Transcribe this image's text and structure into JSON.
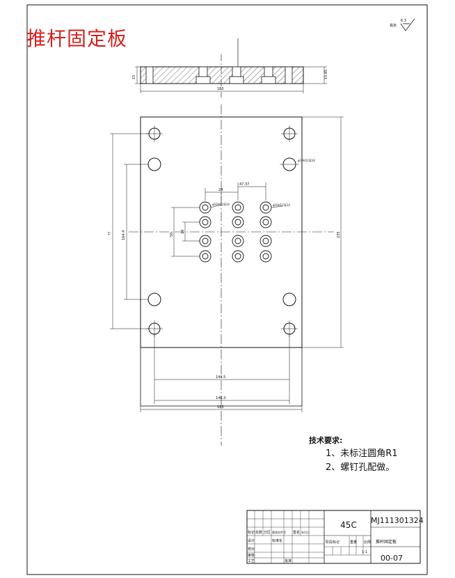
{
  "title": "推杆固定板",
  "roughness": {
    "prefix": "其余",
    "value": "6.3"
  },
  "section_view": {
    "dim_thickness": "15",
    "dim_side": "15.85",
    "dim_length": "183"
  },
  "plan_view": {
    "dim_height": "235",
    "dim_left_outer": "??",
    "dim_left_inner": "164.4",
    "dim_pitch": "47.37",
    "dim_pitch_small": "24",
    "dim_hole_label_1": "φ10H12深14",
    "dim_hole_label_2": "φ10H12深14",
    "dim_hole_label_3": "φ10H12深14",
    "dim_group_1": "50",
    "dim_group_2": "24",
    "dim_bottom_1": "144.5",
    "dim_bottom_2": "146.3",
    "dim_bottom_3": "183"
  },
  "tech_req": {
    "title": "技术要求:",
    "item1": "1、未标注圆角R1",
    "item2": "2、螺钉孔配做。"
  },
  "title_block": {
    "material": "45C",
    "code": "MJ111301324",
    "part_name": "推杆固定板",
    "drawing_no": "00-07",
    "scale": "1:1",
    "headers": [
      "标记",
      "处数",
      "分区",
      "更改文件号",
      "签名",
      "年月日"
    ],
    "rows": [
      "设计",
      "校对",
      "审核",
      "工艺"
    ],
    "labels": [
      "标准化",
      "批准",
      "阶段标记",
      "重量",
      "比例"
    ]
  }
}
